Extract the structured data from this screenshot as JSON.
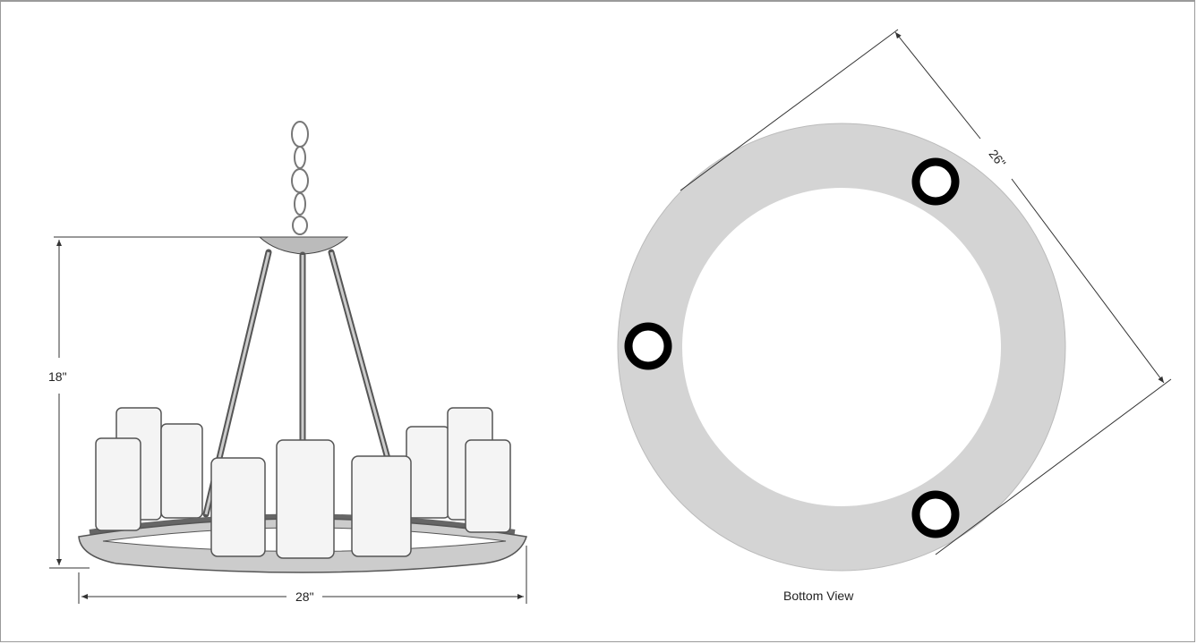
{
  "side_view": {
    "height_label": "18\"",
    "width_label": "28\""
  },
  "bottom_view": {
    "diameter_label": "26\"",
    "caption": "Bottom View"
  },
  "colors": {
    "ring": "#d4d4d4",
    "line": "#333333",
    "candle": "#f4f4f4"
  }
}
